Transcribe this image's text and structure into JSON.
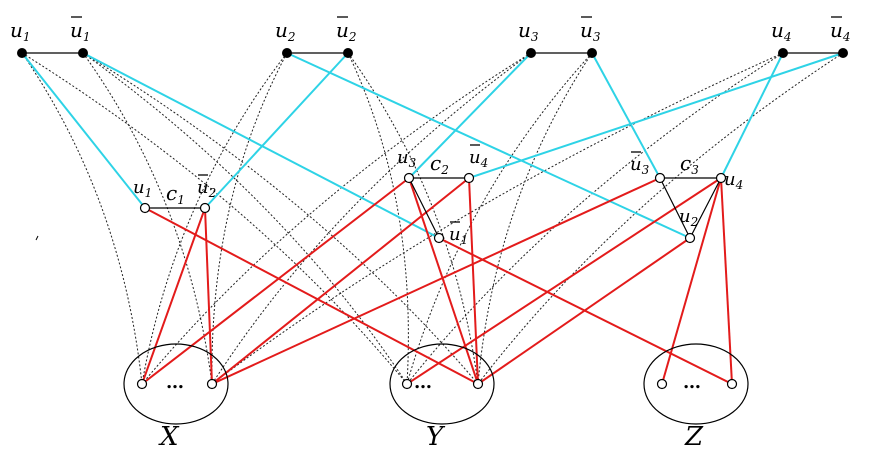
{
  "colors": {
    "cyan_edge": "#2ed3e6",
    "red_edge": "#e31b1b",
    "dotted_edge": "#222222",
    "black_edge": "#000000"
  },
  "top_vertices": [
    {
      "id": "u1",
      "label": "u",
      "sub": "1",
      "bar": false
    },
    {
      "id": "nu1",
      "label": "u",
      "sub": "1",
      "bar": true
    },
    {
      "id": "u2",
      "label": "u",
      "sub": "2",
      "bar": false
    },
    {
      "id": "nu2",
      "label": "u",
      "sub": "2",
      "bar": true
    },
    {
      "id": "u3",
      "label": "u",
      "sub": "3",
      "bar": false
    },
    {
      "id": "nu3",
      "label": "u",
      "sub": "3",
      "bar": true
    },
    {
      "id": "u4",
      "label": "u",
      "sub": "4",
      "bar": false
    },
    {
      "id": "nu4",
      "label": "u",
      "sub": "4",
      "bar": true
    }
  ],
  "clauses": [
    {
      "name": "c",
      "sub": "1"
    },
    {
      "name": "c",
      "sub": "2"
    },
    {
      "name": "c",
      "sub": "3"
    }
  ],
  "clause_vertices": [
    {
      "id": "c1a",
      "label": "u",
      "sub": "1",
      "bar": false
    },
    {
      "id": "c1b",
      "label": "u",
      "sub": "2",
      "bar": true
    },
    {
      "id": "c2a",
      "label": "u",
      "sub": "3",
      "bar": false
    },
    {
      "id": "c2b",
      "label": "u",
      "sub": "4",
      "bar": true
    },
    {
      "id": "c2c",
      "label": "u",
      "sub": "1",
      "bar": true
    },
    {
      "id": "c3a",
      "label": "u",
      "sub": "3",
      "bar": true
    },
    {
      "id": "c3b",
      "label": "u",
      "sub": "4",
      "bar": false
    },
    {
      "id": "c3c",
      "label": "u",
      "sub": "2",
      "bar": false
    }
  ],
  "sets": [
    {
      "id": "X",
      "label": "X",
      "ellipsis": "…"
    },
    {
      "id": "Y",
      "label": "Y",
      "ellipsis": "…"
    },
    {
      "id": "Z",
      "label": "Z",
      "ellipsis": "…"
    }
  ],
  "edges": {
    "black": [
      [
        "u1",
        "nu1"
      ],
      [
        "u2",
        "nu2"
      ],
      [
        "u3",
        "nu3"
      ],
      [
        "u4",
        "nu4"
      ],
      [
        "c1a",
        "c1b"
      ],
      [
        "c2a",
        "c2b"
      ],
      [
        "c2a",
        "c2c"
      ],
      [
        "c3a",
        "c3b"
      ],
      [
        "c3a",
        "c3c"
      ],
      [
        "c3b",
        "c3c"
      ]
    ],
    "cyan": [
      [
        "u1",
        "c1a"
      ],
      [
        "nu2",
        "c1b"
      ],
      [
        "u3",
        "c2a"
      ],
      [
        "nu4",
        "c2b"
      ],
      [
        "nu1",
        "c2c"
      ],
      [
        "nu3",
        "c3a"
      ],
      [
        "u4",
        "c3b"
      ],
      [
        "u2",
        "c3c"
      ]
    ],
    "red": [
      [
        "c1a",
        "Y2"
      ],
      [
        "c1b",
        "X1"
      ],
      [
        "c1b",
        "X2"
      ],
      [
        "c2a",
        "X1"
      ],
      [
        "c2a",
        "Y2"
      ],
      [
        "c2b",
        "X2"
      ],
      [
        "c2b",
        "Y2"
      ],
      [
        "c2c",
        "Z2"
      ],
      [
        "c3a",
        "X2"
      ],
      [
        "c3b",
        "Z1"
      ],
      [
        "c3b",
        "Z2"
      ],
      [
        "c3b",
        "Y1"
      ],
      [
        "c3c",
        "Y2"
      ]
    ],
    "dotted": [
      [
        "u1",
        "X1"
      ],
      [
        "u1",
        "Y1"
      ],
      [
        "nu1",
        "Y1"
      ],
      [
        "nu1",
        "Y2"
      ],
      [
        "u2",
        "X1"
      ],
      [
        "u2",
        "X2"
      ],
      [
        "nu2",
        "Y1"
      ],
      [
        "nu2",
        "Y2"
      ],
      [
        "u3",
        "X1"
      ],
      [
        "u3",
        "X2"
      ],
      [
        "nu3",
        "Y1"
      ],
      [
        "nu3",
        "Y2"
      ],
      [
        "u4",
        "X2"
      ],
      [
        "u4",
        "Y1"
      ],
      [
        "nu4",
        "Y2"
      ],
      [
        "nu1",
        "X2"
      ]
    ]
  }
}
